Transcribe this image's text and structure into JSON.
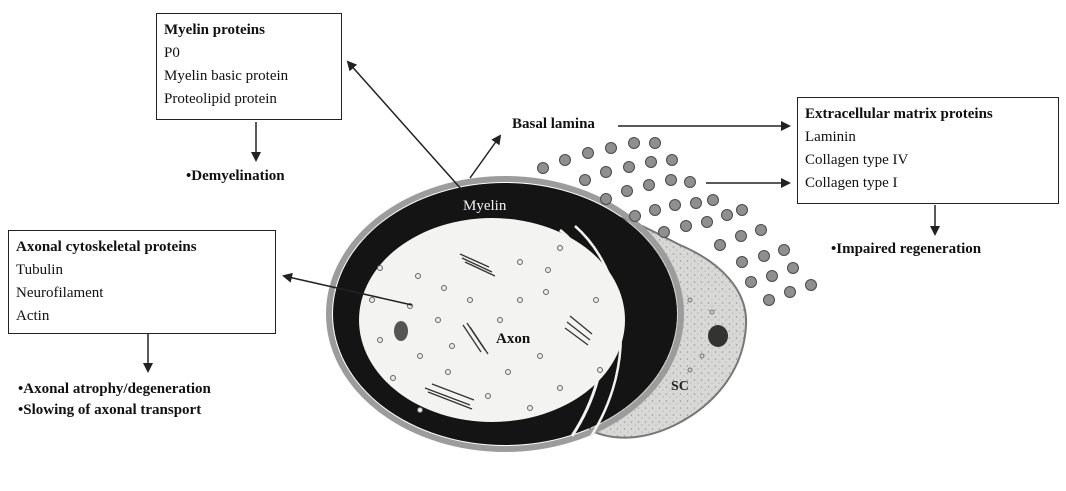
{
  "myelin_box": {
    "title": "Myelin proteins",
    "items": [
      "P0",
      "Myelin basic protein",
      "Proteolipid protein"
    ],
    "effect": "•Demyelination"
  },
  "basal_lamina_label": "Basal lamina",
  "ecm_box": {
    "title": "Extracellular matrix proteins",
    "items": [
      "Laminin",
      "Collagen type IV",
      "Collagen type I"
    ],
    "effect": "•Impaired regeneration"
  },
  "axonal_box": {
    "title": "Axonal cytoskeletal proteins",
    "items": [
      "Tubulin",
      "Neurofilament",
      "Actin"
    ],
    "effects": [
      "•Axonal atrophy/degeneration",
      "•Slowing of axonal transport"
    ]
  },
  "cell_labels": {
    "myelin": "Myelin",
    "axon": "Axon",
    "schwann_cell": "SC"
  },
  "colors": {
    "myelin_sheath": "#141414",
    "axoplasm": "#f3f3f1",
    "schwann_cell": "#d6d6d4",
    "basal_lamina_particles": "#8f8f8f"
  }
}
